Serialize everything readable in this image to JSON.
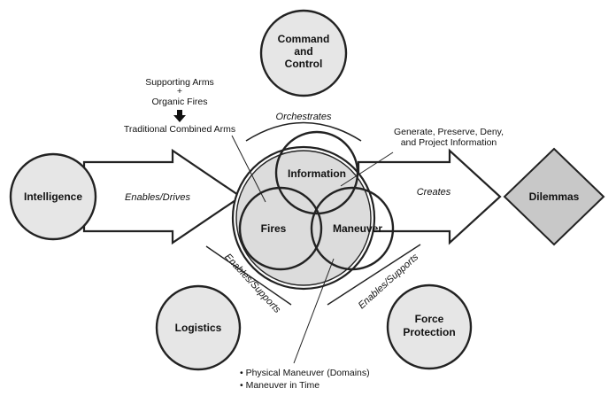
{
  "nodes": {
    "command_control": [
      "Command",
      "and",
      "Control"
    ],
    "intelligence": "Intelligence",
    "logistics": "Logistics",
    "force_protection": [
      "Force",
      "Protection"
    ],
    "dilemmas": "Dilemmas",
    "information": "Information",
    "fires": "Fires",
    "maneuver": "Maneuver"
  },
  "edges": {
    "orchestrates": "Orchestrates",
    "enables_drives": "Enables/Drives",
    "creates": "Creates",
    "enables_supports_left": "Enables/Supports",
    "enables_supports_right": "Enables/Supports"
  },
  "annotations": {
    "top_left": {
      "line1": "Supporting Arms",
      "plus": "+",
      "line2": "Organic Fires",
      "line3": "Traditional Combined Arms"
    },
    "top_right": {
      "line1": "Generate, Preserve, Deny,",
      "line2": "and Project Information"
    },
    "bottom": {
      "line1": "• Physical Maneuver (Domains)",
      "line2": "• Maneuver in Time"
    }
  },
  "colors": {
    "node_fill": "#e6e6e6",
    "center_fill": "#dcdcdc",
    "dilemmas_fill": "#c8c8c8",
    "stroke": "#222222"
  }
}
